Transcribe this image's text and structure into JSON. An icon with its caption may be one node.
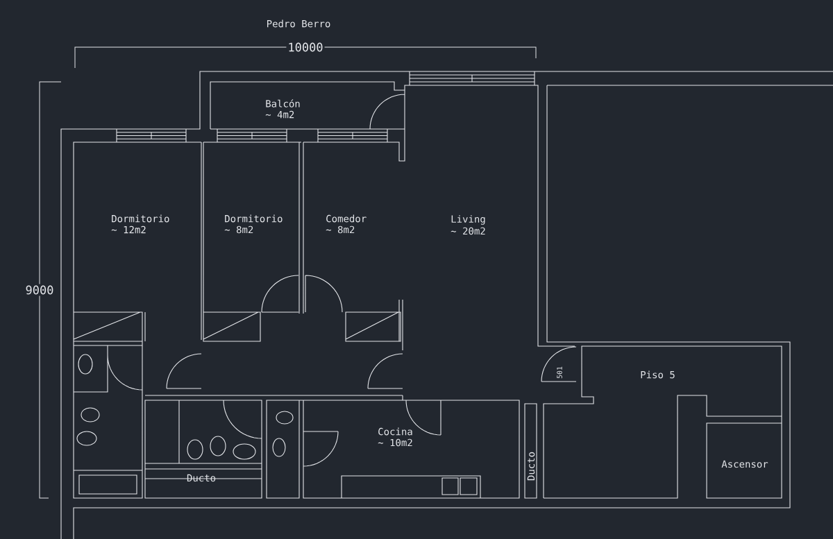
{
  "diagram": {
    "labels": [
      "Pedro Berro",
      "10000",
      "9000",
      "Balcón",
      "~ 4m2",
      "Dormitorio",
      "~ 12m2",
      "Dormitorio",
      "~ 8m2",
      "Comedor",
      "~ 8m2",
      "Living",
      "~ 20m2",
      "Piso 5",
      "501",
      "Cocina",
      "~ 10m2",
      "Ducto",
      "Ducto",
      "Ascensor"
    ]
  }
}
